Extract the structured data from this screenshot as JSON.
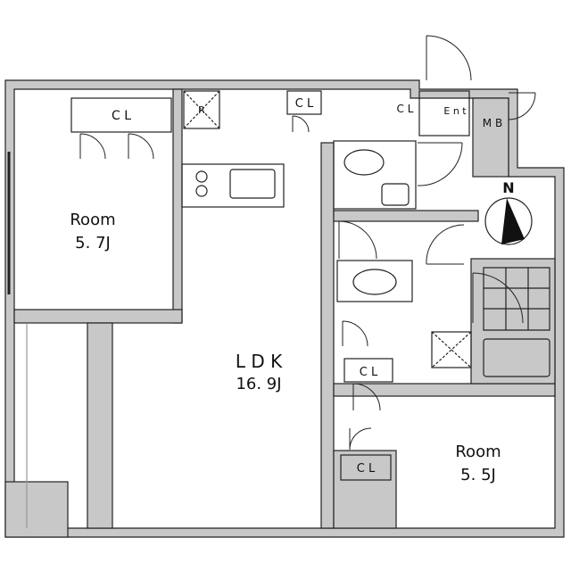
{
  "rooms": {
    "room_west": {
      "name": "Room",
      "size": "5. 7J"
    },
    "ldk": {
      "name": "L D K",
      "size": "16. 9J"
    },
    "room_east": {
      "name": "Room",
      "size": "5. 5J"
    }
  },
  "closets": {
    "cl_room_west": "C L",
    "cl_top": "C L",
    "cl_entrance": "C L",
    "cl_middle": "C L",
    "cl_lower": "C L"
  },
  "fixtures": {
    "refrigerator": "R",
    "entrance": "E n t",
    "meter_box": "M B"
  },
  "compass": {
    "north": "N"
  },
  "colors": {
    "wall": "#c8c8c8",
    "line": "#222222",
    "background": "#ffffff"
  }
}
